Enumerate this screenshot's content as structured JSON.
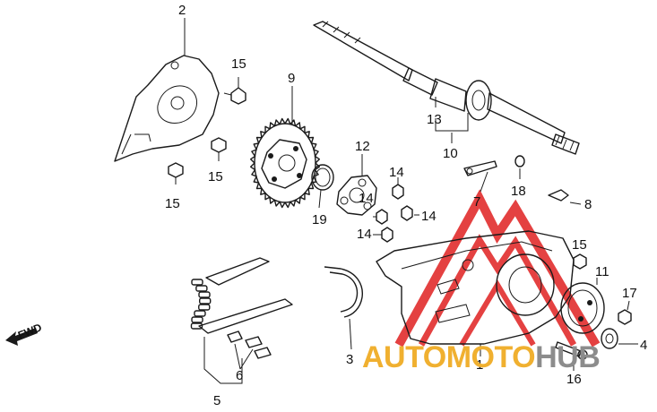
{
  "callouts": {
    "c1": "1",
    "c2": "2",
    "c3": "3",
    "c4": "4",
    "c5": "5",
    "c6": "6",
    "c7": "7",
    "c8": "8",
    "c9": "9",
    "c10": "10",
    "c11": "11",
    "c12": "12",
    "c13": "13",
    "c14a": "14",
    "c14b": "14",
    "c14c": "14",
    "c14d": "14",
    "c15a": "15",
    "c15b": "15",
    "c15c": "15",
    "c15d": "15",
    "c16": "16",
    "c17": "17",
    "c18": "18",
    "c19": "19"
  },
  "fwd_label": "FWD",
  "watermark": {
    "part1": "AUTO",
    "part2": "MOTO",
    "part3": "HUB",
    "colors": {
      "auto": "#f0b030",
      "moto": "#f0b030",
      "hub": "#8c8c8c",
      "triangle": "#e02020"
    }
  }
}
